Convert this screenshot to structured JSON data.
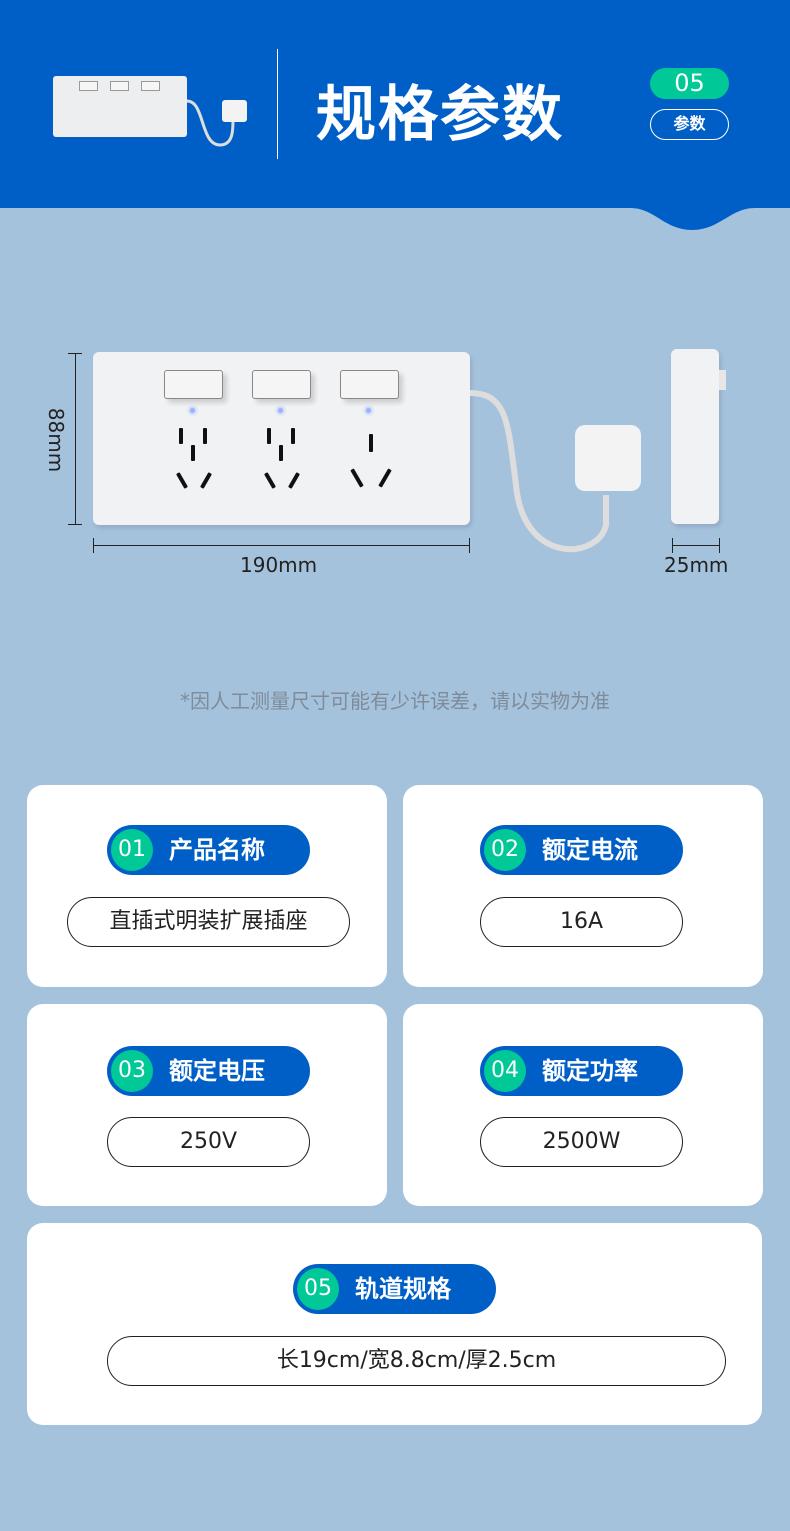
{
  "header": {
    "title": "规格参数",
    "badge_number": "05",
    "badge_label": "参数"
  },
  "diagram": {
    "height_label": "88mm",
    "width_label": "190mm",
    "depth_label": "25mm"
  },
  "note": "*因人工测量尺寸可能有少许误差，请以实物为准",
  "specs": [
    {
      "num": "01",
      "label": "产品名称",
      "value": "直插式明装扩展插座"
    },
    {
      "num": "02",
      "label": "额定电流",
      "value": "16A"
    },
    {
      "num": "03",
      "label": "额定电压",
      "value": "250V"
    },
    {
      "num": "04",
      "label": "额定功率",
      "value": "2500W"
    },
    {
      "num": "05",
      "label": "轨道规格",
      "value": "长19cm/宽8.8cm/厚2.5cm"
    }
  ],
  "colors": {
    "header": "#005fc7",
    "accent": "#00c896",
    "background": "#a5c2dd"
  }
}
